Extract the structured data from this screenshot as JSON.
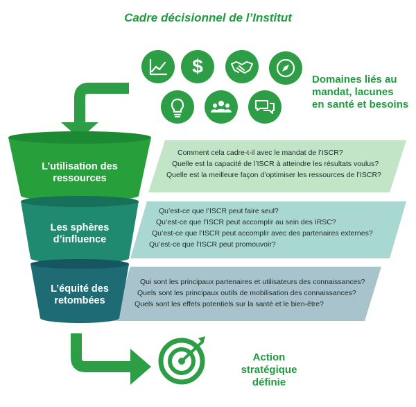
{
  "title": "Cadre décisionnel de l’Institut",
  "domains": {
    "lines": [
      "Domaines liés au",
      "mandat, lacunes",
      "en santé et besoins"
    ],
    "icons": [
      "line-chart-icon",
      "dollar-icon",
      "handshake-icon",
      "compass-icon",
      "lightbulb-icon",
      "people-group-icon",
      "chat-bubbles-icon"
    ]
  },
  "stages": [
    {
      "label": [
        "L’utilisation des",
        "ressources"
      ],
      "color": "#27a03c",
      "band_color": "#c1e5c6",
      "questions": [
        "Comment cela cadre-t-il avec le mandat de l’ISCR?",
        "Quelle est la capacité de l’ISCR à atteindre les résultats voulus?",
        "Quelle est la meilleure façon d’optimiser les ressources de l’ISCR?"
      ]
    },
    {
      "label": [
        "Les sphères",
        "d’influence"
      ],
      "color": "#1f8a6f",
      "band_color": "#a9d7d2",
      "questions": [
        "Qu’est-ce que l’ISCR peut faire seul?",
        "Qu’est-ce que l’ISCR peut accomplir au sein des IRSC?",
        "Qu’est-ce que l’ISCR peut accomplir avec des partenaires externes?",
        "Qu’est-ce que l’ISCR peut promouvoir?"
      ]
    },
    {
      "label": [
        "L’équité des",
        "retombées"
      ],
      "color": "#1e6b74",
      "band_color": "#a8c3cc",
      "questions": [
        "Qui sont les principaux partenaires et utilisateurs des connaissances?",
        "Quels sont les principaux outils de mobilisation des connaissances?",
        "Quels sont les effets potentiels sur la santé et le bien-être?"
      ]
    }
  ],
  "action": {
    "lines": [
      "Action",
      "stratégique",
      "définie"
    ],
    "icon": "target-arrow-icon"
  }
}
